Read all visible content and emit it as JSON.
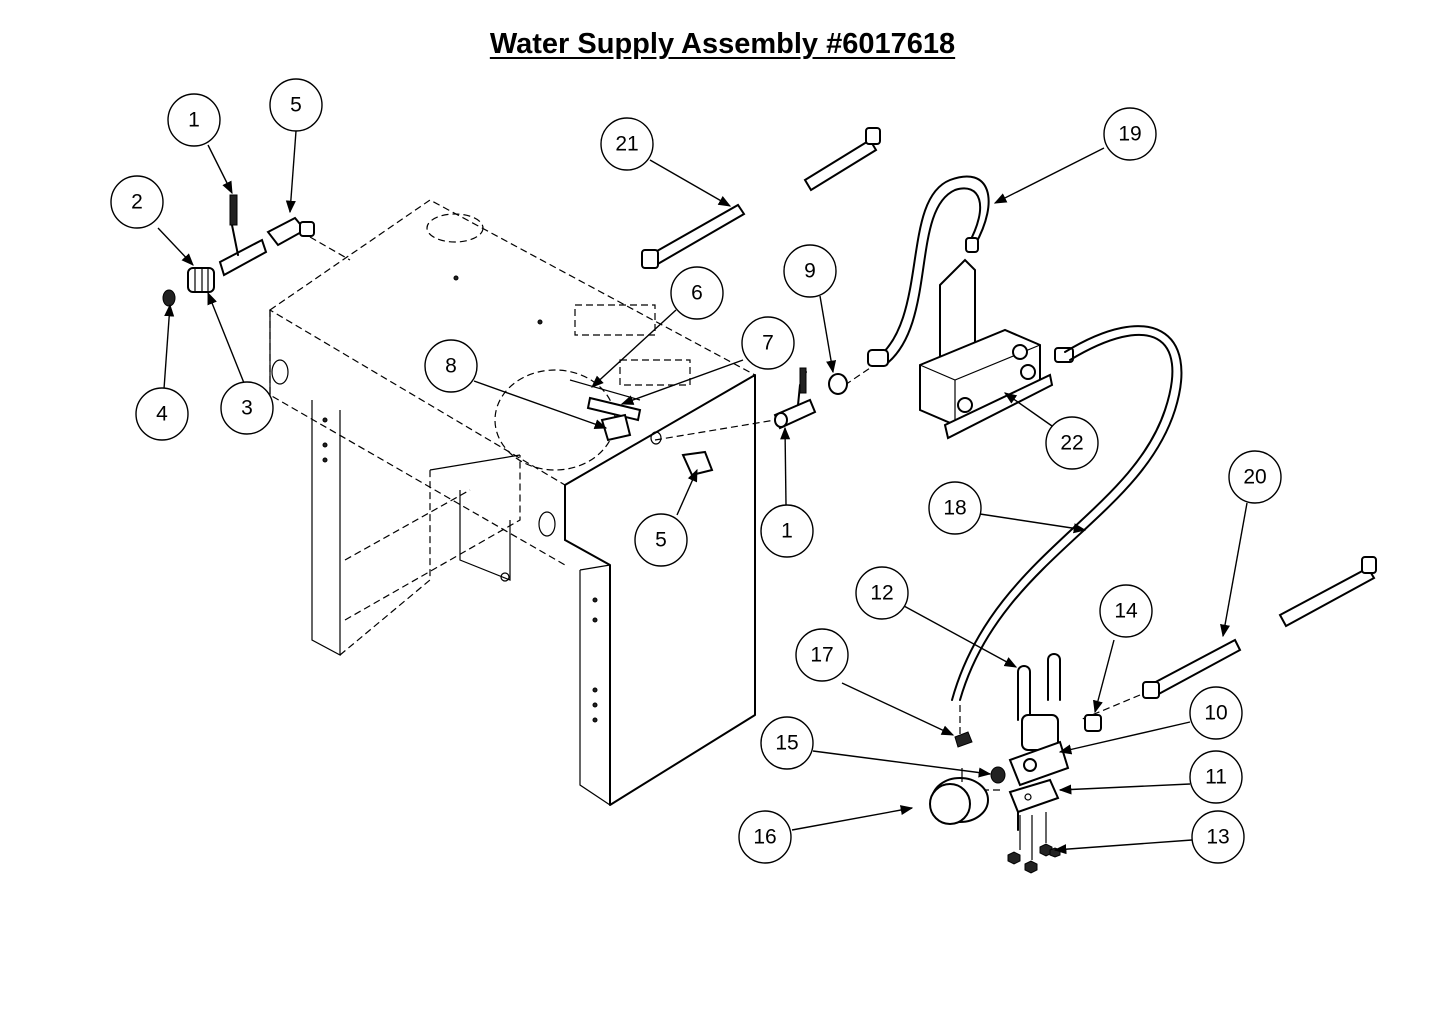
{
  "title": "Water Supply Assembly #6017618",
  "callouts": [
    {
      "id": "c-1a",
      "label": "1"
    },
    {
      "id": "c-5a",
      "label": "5"
    },
    {
      "id": "c-2",
      "label": "2"
    },
    {
      "id": "c-4",
      "label": "4"
    },
    {
      "id": "c-3",
      "label": "3"
    },
    {
      "id": "c-21",
      "label": "21"
    },
    {
      "id": "c-19",
      "label": "19"
    },
    {
      "id": "c-6",
      "label": "6"
    },
    {
      "id": "c-9",
      "label": "9"
    },
    {
      "id": "c-7",
      "label": "7"
    },
    {
      "id": "c-8",
      "label": "8"
    },
    {
      "id": "c-22",
      "label": "22"
    },
    {
      "id": "c-20",
      "label": "20"
    },
    {
      "id": "c-18",
      "label": "18"
    },
    {
      "id": "c-5b",
      "label": "5"
    },
    {
      "id": "c-1b",
      "label": "1"
    },
    {
      "id": "c-12",
      "label": "12"
    },
    {
      "id": "c-14",
      "label": "14"
    },
    {
      "id": "c-17",
      "label": "17"
    },
    {
      "id": "c-10",
      "label": "10"
    },
    {
      "id": "c-15",
      "label": "15"
    },
    {
      "id": "c-11",
      "label": "11"
    },
    {
      "id": "c-16",
      "label": "16"
    },
    {
      "id": "c-13",
      "label": "13"
    }
  ]
}
